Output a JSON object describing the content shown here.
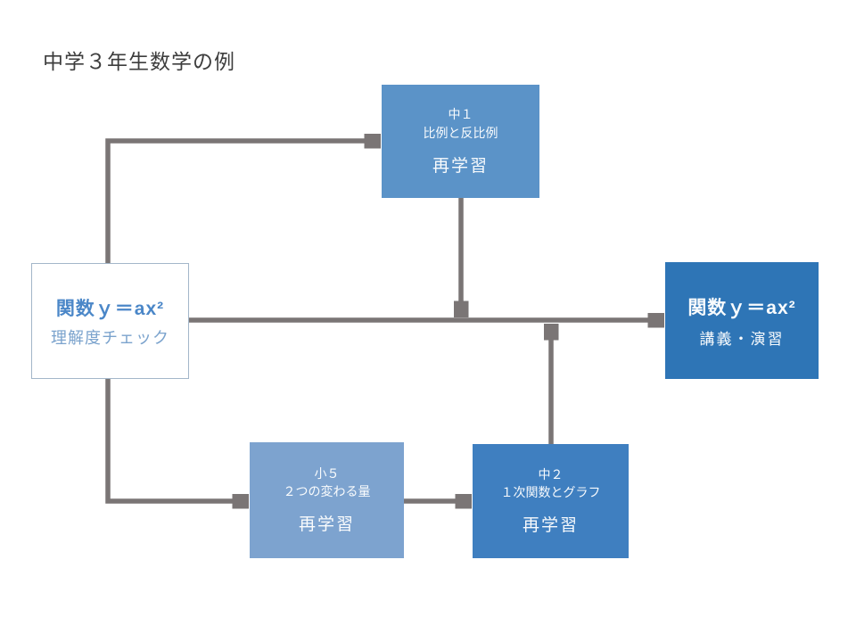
{
  "page": {
    "title": "中学３年生数学の例"
  },
  "colors": {
    "background": "#ffffff",
    "arrow": "#7a7575",
    "node_chu1": "#5b93c8",
    "node_sho5": "#7da3cf",
    "node_chu2": "#3f7fc0",
    "node_lecture": "#2e75b6",
    "check_box_border": "#a3b6c9",
    "check_title_text": "#4b87c8",
    "check_subtitle_text": "#7ba3cd",
    "title_text": "#3d3d3d"
  },
  "nodes": {
    "check": {
      "title": "関数ｙ＝ax²",
      "subtitle": "理解度チェック"
    },
    "chu1": {
      "grade": "中１",
      "topic": "比例と反比例",
      "action": "再学習"
    },
    "sho5": {
      "grade": "小５",
      "topic": "２つの変わる量",
      "action": "再学習"
    },
    "chu2": {
      "grade": "中２",
      "topic": "１次関数とグラフ",
      "action": "再学習"
    },
    "lecture": {
      "title": "関数ｙ＝ax²",
      "subtitle": "講義・演習"
    }
  }
}
